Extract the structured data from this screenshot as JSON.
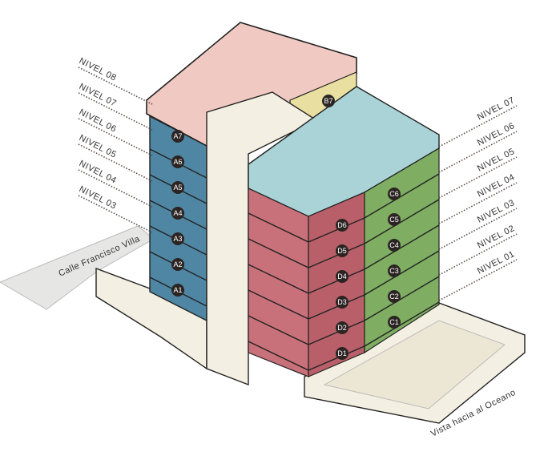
{
  "streets": {
    "left": "Calle Francisco Villa",
    "bottom": "Vista hacia al Oceano"
  },
  "levels_left": [
    "NIVEL 08",
    "NIVEL 07",
    "NIVEL 06",
    "NIVEL 05",
    "NIVEL 04",
    "NIVEL 03"
  ],
  "levels_right": [
    "NIVEL 07",
    "NIVEL 06",
    "NIVEL 05",
    "NIVEL 04",
    "NIVEL 03",
    "NIVEL 02",
    "NIVEL 01"
  ],
  "units": {
    "A": [
      "A7",
      "A6",
      "A5",
      "A4",
      "A3",
      "A2",
      "A1"
    ],
    "B": [
      "B7"
    ],
    "C": [
      "C6",
      "C5",
      "C4",
      "C3",
      "C2",
      "C1"
    ],
    "D": [
      "D6",
      "D5",
      "D4",
      "D3",
      "D2",
      "D1"
    ]
  },
  "colors": {
    "blue": "#4f86a3",
    "pink": "#f1c9c3",
    "yellow": "#e9dfa0",
    "teal": "#a9d3d6",
    "red": "#c9717a",
    "red_dark": "#b95f69",
    "green": "#7fae62",
    "cream": "#f3efe2",
    "street": "#e6e6e4",
    "badge": "#2b2423"
  }
}
